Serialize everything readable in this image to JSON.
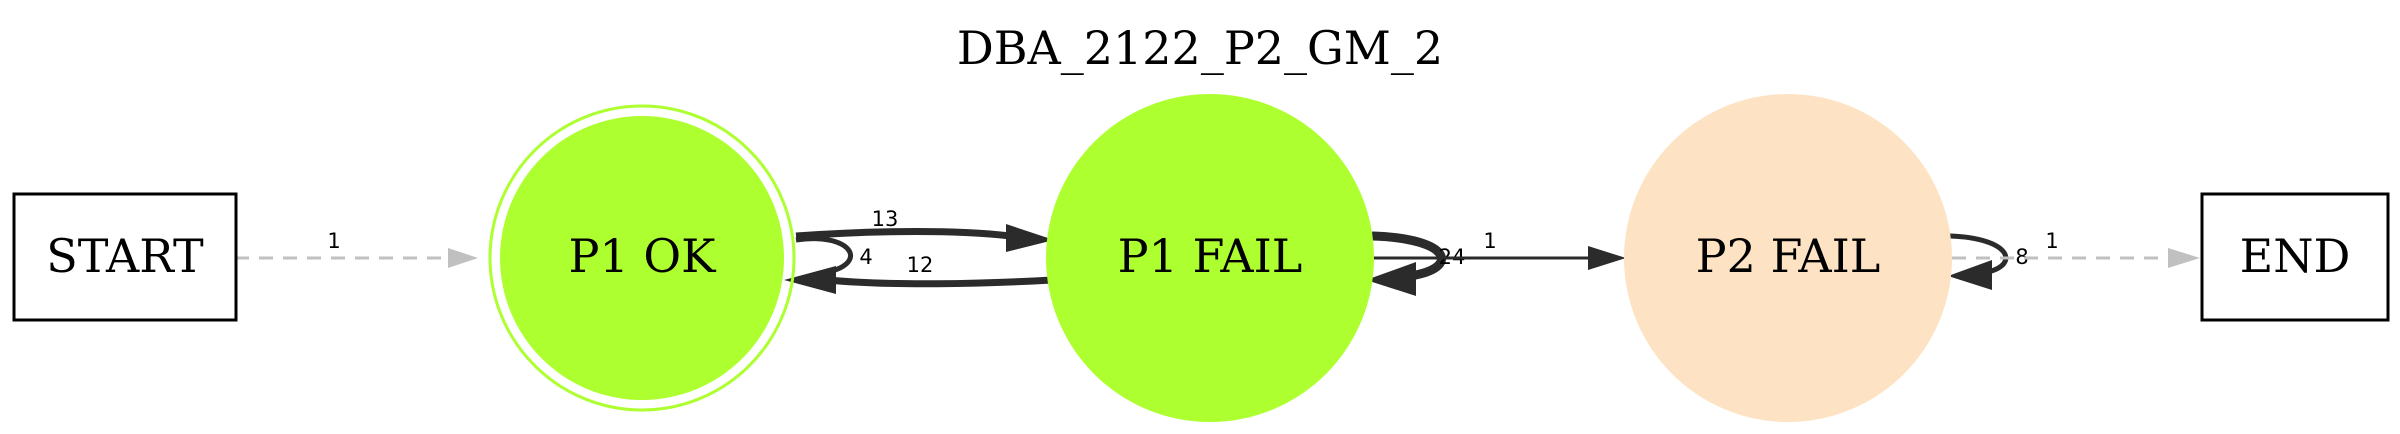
{
  "diagram": {
    "title": "DBA_2122_P2_GM_2",
    "nodes": {
      "start": {
        "label": "START"
      },
      "p1_ok": {
        "label": "P1 OK",
        "fill": "#adff2f",
        "stroke": "#adff2f"
      },
      "p1_fail": {
        "label": "P1 FAIL",
        "fill": "#adff2f"
      },
      "p2_fail": {
        "label": "P2 FAIL",
        "fill": "#fde3c4"
      },
      "end": {
        "label": "END"
      }
    },
    "edges": {
      "start_to_p1ok": "1",
      "p1ok_to_p1fail": "13",
      "p1ok_self": "4",
      "p1fail_to_p1ok": "12",
      "p1fail_self": "24",
      "p1fail_to_p2fail": "1",
      "p2fail_self": "8",
      "p2fail_to_end": "1"
    },
    "colors": {
      "edge_dark": "#2b2b2b",
      "edge_dashed": "#c0c0c0"
    }
  }
}
